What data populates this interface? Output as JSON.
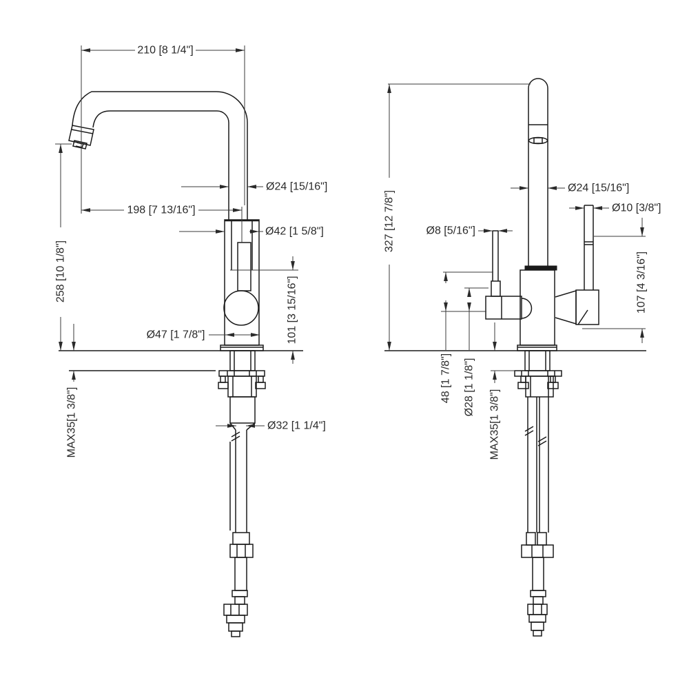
{
  "drawing": {
    "front_view": {
      "dim_210": "210 [8 1/4\"]",
      "dim_198": "198 [7 13/16\"]",
      "dim_258": "258 [10 1/8\"]",
      "dia_24": "Ø24 [15/16\"]",
      "dia_42": "Ø42 [1 5/8\"]",
      "dia_47": "Ø47 [1 7/8\"]",
      "dim_101": "101 [3 15/16\"]",
      "max_deck": "MAX35[1 3/8\"]",
      "dia_32": "Ø32 [1 1/4\"]"
    },
    "side_view": {
      "dim_327": "327 [12 7/8\"]",
      "dia_24": "Ø24 [15/16\"]",
      "dia_10": "Ø10 [3/8\"]",
      "dia_8": "Ø8 [5/16\"]",
      "dim_107": "107 [4 3/16\"]",
      "dim_48": "48 [1 7/8\"]",
      "dia_28": "Ø28 [1 1/8\"]",
      "max_deck": "MAX35[1 3/8\"]"
    },
    "colors": {
      "line": "#1a1a1a",
      "dimension_line": "#3a3a3a",
      "background": "#ffffff"
    }
  }
}
